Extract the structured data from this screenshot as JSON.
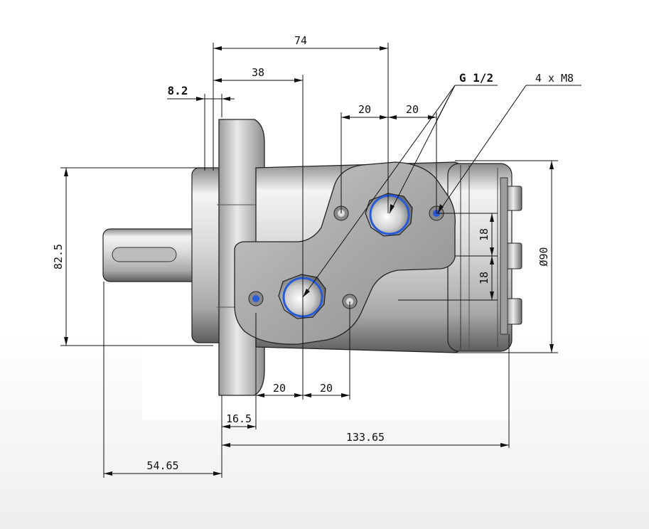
{
  "drawing": {
    "dimensions": {
      "d74": "74",
      "d38": "38",
      "d8_2": "8.2",
      "d20_top_left": "20",
      "d20_top_right": "20",
      "d82_5": "82.5",
      "d18_upper": "18",
      "d18_lower": "18",
      "d90": "Ø90",
      "d20_bottom_left": "20",
      "d20_bottom_right": "20",
      "d16_5": "16.5",
      "d133_65": "133.65",
      "d54_65": "54.65"
    },
    "callouts": {
      "ports": "G 1/2",
      "bolts": "4 x M8"
    },
    "colors": {
      "steel_light": "#e6e6e6",
      "steel_dark": "#6f6f6f",
      "seal_blue": "#2a5bd7",
      "line": "#111111"
    }
  }
}
